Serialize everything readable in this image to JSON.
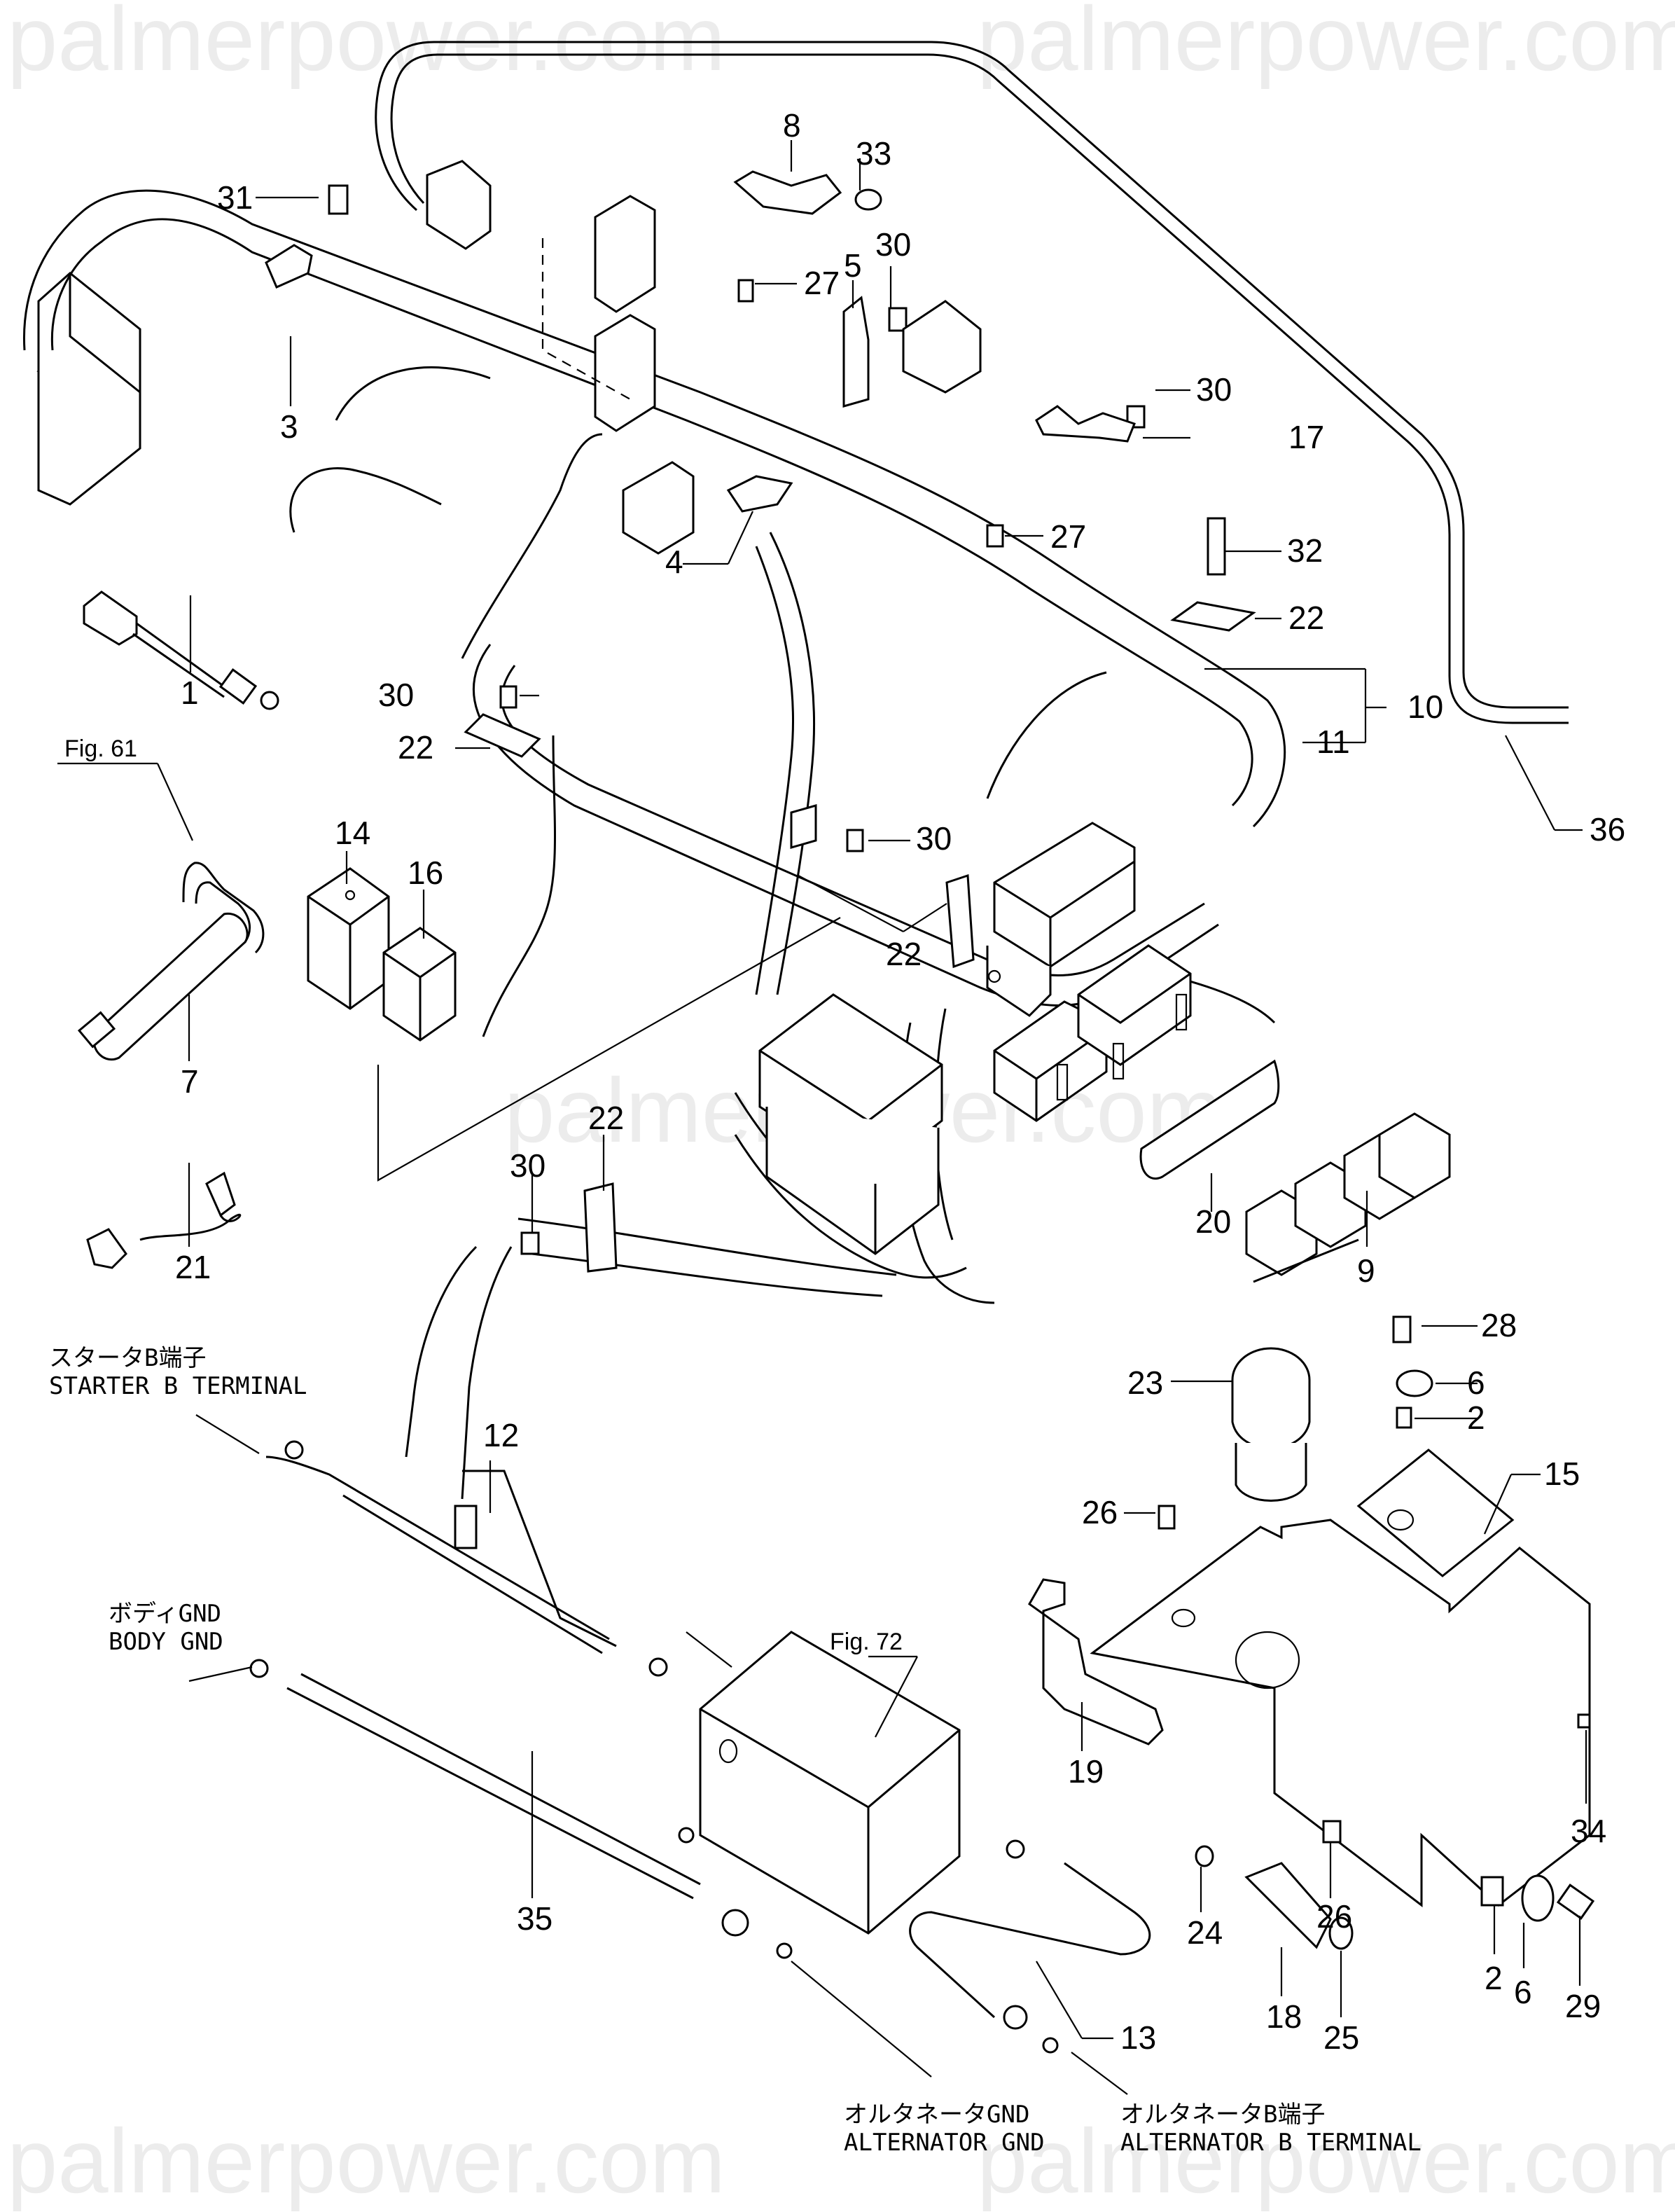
{
  "diagram": {
    "title": "Engine wiring harness and relay panel parts diagram",
    "watermark": "palmerpower.com",
    "figure_refs": [
      {
        "id": "fig61",
        "text": "Fig. 61"
      },
      {
        "id": "fig72",
        "text": "Fig. 72"
      }
    ],
    "terminal_notes": [
      {
        "id": "starter-b",
        "jp": "スタータB端子",
        "en": "STARTER B TERMINAL"
      },
      {
        "id": "body-gnd",
        "jp": "ボディGND",
        "en": "BODY GND"
      },
      {
        "id": "alt-gnd",
        "jp": "オルタネータGND",
        "en": "ALTERNATOR GND"
      },
      {
        "id": "alt-b",
        "jp": "オルタネータB端子",
        "en": "ALTERNATOR B TERMINAL"
      }
    ],
    "callouts": {
      "c1": "1",
      "c2a": "2",
      "c2b": "2",
      "c3": "3",
      "c4": "4",
      "c5": "5",
      "c6a": "6",
      "c6b": "6",
      "c7": "7",
      "c8": "8",
      "c9": "9",
      "c10": "10",
      "c11": "11",
      "c12": "12",
      "c13": "13",
      "c14": "14",
      "c15": "15",
      "c16": "16",
      "c17": "17",
      "c18": "18",
      "c19": "19",
      "c20": "20",
      "c21": "21",
      "c22a": "22",
      "c22b": "22",
      "c22c": "22",
      "c22d": "22",
      "c23": "23",
      "c24": "24",
      "c25": "25",
      "c26a": "26",
      "c26b": "26",
      "c27a": "27",
      "c27b": "27",
      "c28": "28",
      "c29": "29",
      "c30a": "30",
      "c30b": "30",
      "c30c": "30",
      "c30d": "30",
      "c30e": "30",
      "c31": "31",
      "c32": "32",
      "c33": "33",
      "c34": "34",
      "c35": "35",
      "c36": "36"
    }
  }
}
